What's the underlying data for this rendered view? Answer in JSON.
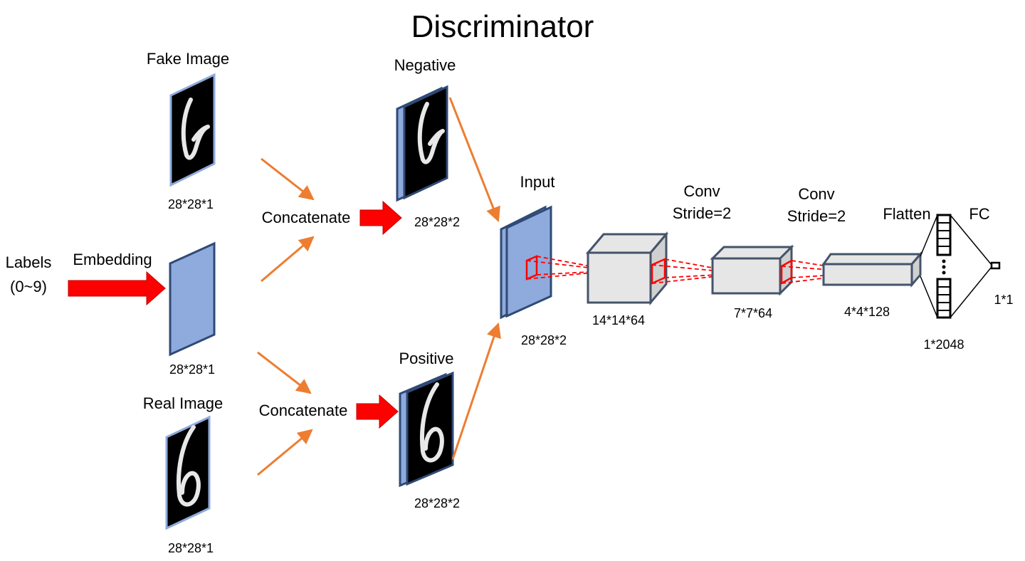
{
  "title": "Discriminator",
  "labels_input": {
    "line1": "Labels",
    "line2": "(0~9)"
  },
  "embedding_label": "Embedding",
  "fake_image": {
    "title": "Fake Image",
    "dim": "28*28*1"
  },
  "embedding_map": {
    "dim": "28*28*1"
  },
  "real_image": {
    "title": "Real Image",
    "dim": "28*28*1"
  },
  "concat_top": "Concatenate",
  "concat_bottom": "Concatenate",
  "negative": {
    "title": "Negative",
    "dim": "28*28*2"
  },
  "positive": {
    "title": "Positive",
    "dim": "28*28*2"
  },
  "input_block": {
    "title": "Input",
    "dim": "28*28*2"
  },
  "conv1": {
    "line1": "Conv",
    "line2": "Stride=2",
    "dim": "14*14*64"
  },
  "conv2": {
    "line1": "Conv",
    "line2": "Stride=2",
    "dim": "7*7*64"
  },
  "feature3": {
    "dim": "4*4*128"
  },
  "flatten": {
    "label": "Flatten",
    "dim": "1*2048"
  },
  "fc": {
    "label": "FC",
    "dim": "1*1"
  },
  "colors": {
    "plane_fill": "#8faadc",
    "plane_stroke": "#2f4a75",
    "cube_fill": "#e6e6e6",
    "cube_stroke": "#44546a",
    "arrow_orange": "#ed7d31",
    "arrow_red": "#ff0000"
  }
}
